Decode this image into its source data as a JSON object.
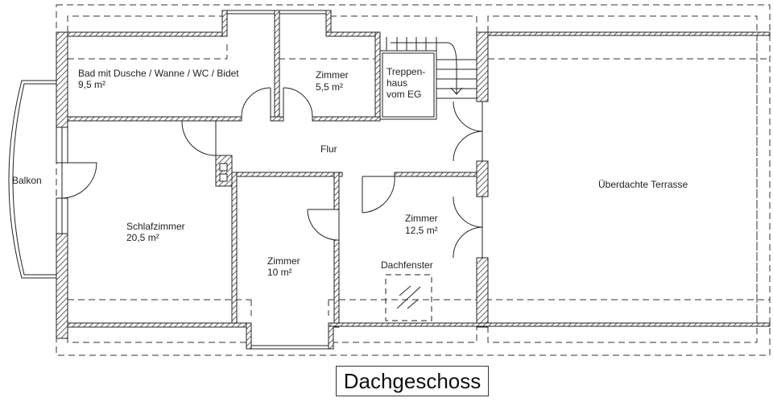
{
  "plan": {
    "title": "Dachgeschoss",
    "colors": {
      "line": "#222222",
      "background": "#ffffff"
    },
    "rooms": [
      {
        "id": "bad",
        "name": "Bad mit Dusche / Wanne / WC / Bidet",
        "area": "9,5 m²"
      },
      {
        "id": "zimmer-small",
        "name": "Zimmer",
        "area": "5,5 m²"
      },
      {
        "id": "treppenhaus",
        "line1": "Treppen-",
        "line2": "haus",
        "line3": "vom EG"
      },
      {
        "id": "flur",
        "name": "Flur"
      },
      {
        "id": "balkon",
        "name": "Balkon"
      },
      {
        "id": "schlafzimmer",
        "name": "Schlafzimmer",
        "area": "20,5 m²"
      },
      {
        "id": "zimmer-10",
        "name": "Zimmer",
        "area": "10 m²"
      },
      {
        "id": "zimmer-12",
        "name": "Zimmer",
        "area": "12,5 m²"
      },
      {
        "id": "terrasse",
        "name": "Überdachte Terrasse"
      }
    ],
    "features": {
      "dachfenster": "Dachfenster"
    }
  }
}
